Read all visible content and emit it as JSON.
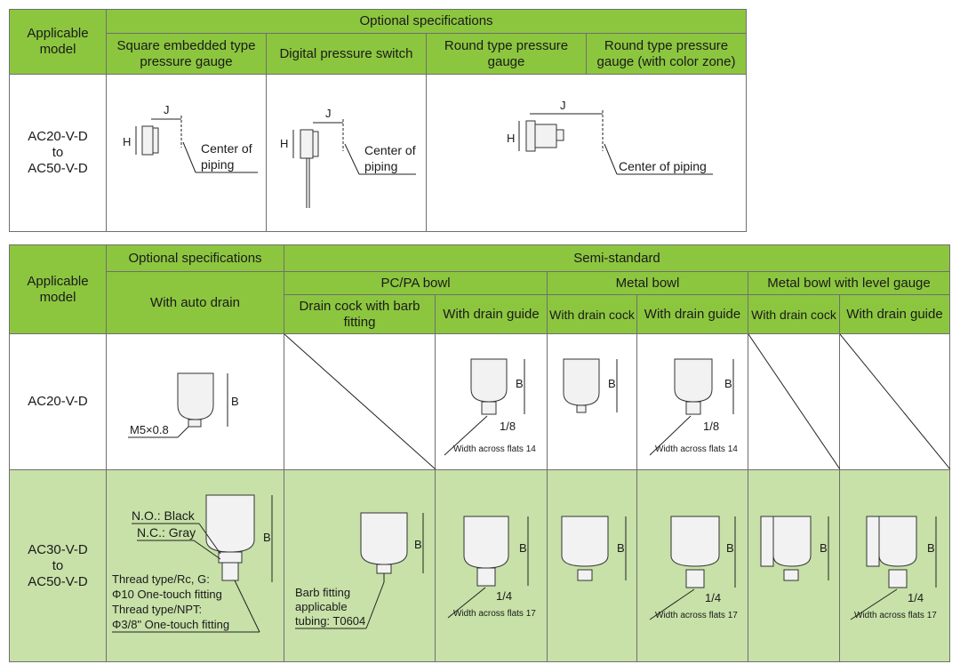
{
  "table1": {
    "applicable_model_header": "Applicable model",
    "optional_specs_header": "Optional specifications",
    "columns": [
      "Square embedded type pressure gauge",
      "Digital pressure switch",
      "Round type pressure gauge",
      "Round type pressure gauge (with color zone)"
    ],
    "model_line1": "AC20-V-D",
    "model_line2": "to",
    "model_line3": "AC50-V-D",
    "dim_j": "J",
    "dim_h": "H",
    "center_of_piping_a": "Center of",
    "center_of_piping_b": "piping",
    "center_of_piping_full": "Center of piping"
  },
  "table2": {
    "applicable_model_header": "Applicable model",
    "optional_specs_header": "Optional specifications",
    "semi_standard_header": "Semi-standard",
    "with_auto_drain": "With auto drain",
    "pcpa_bowl": "PC/PA bowl",
    "metal_bowl": "Metal bowl",
    "metal_bowl_level": "Metal bowl with level gauge",
    "drain_cock_barb": "Drain cock with barb fitting",
    "with_drain_guide": "With drain guide",
    "with_drain_cock": "With drain cock",
    "row1_model": "AC20-V-D",
    "row2_model_line1": "AC30-V-D",
    "row2_model_line2": "to",
    "row2_model_line3": "AC50-V-D",
    "dim_b": "B",
    "m5": "M5×0.8",
    "size_18": "1/8",
    "size_14": "1/4",
    "flats_14": "Width across flats 14",
    "flats_17": "Width across flats 17",
    "no_black": "N.O.: Black",
    "nc_gray": "N.C.: Gray",
    "thread_rcg": "Thread type/Rc, G:",
    "phi10": "Φ10 One-touch fitting",
    "thread_npt": "Thread type/NPT:",
    "phi38": "Φ3/8\" One-touch fitting",
    "barb1": "Barb fitting",
    "barb2": "applicable",
    "barb3": "tubing: T0604"
  },
  "colors": {
    "header_green": "#8cc63f",
    "light_green": "#c7e1a8",
    "border": "#6f6f6f"
  }
}
